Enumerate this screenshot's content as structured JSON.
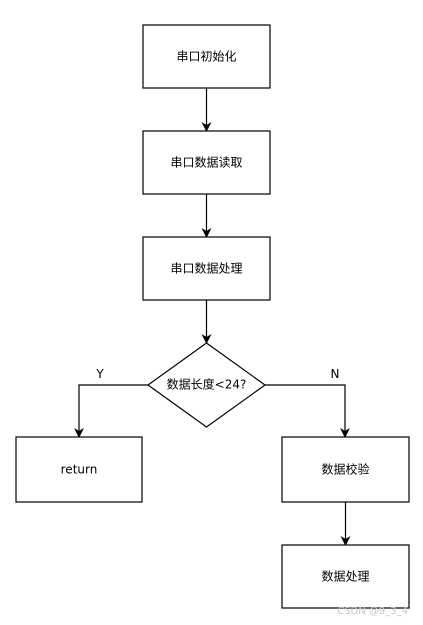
{
  "flowchart": {
    "nodes": {
      "init": "串口初始化",
      "read": "串口数据读取",
      "process": "串口数据处理",
      "decision": "数据长度<24?",
      "return": "return",
      "verify": "数据校验",
      "handle": "数据处理"
    },
    "edges": {
      "yes_label": "Y",
      "no_label": "N"
    }
  },
  "watermark": "CSDN @9_3_4",
  "colors": {
    "stroke": "#000000",
    "fill": "#ffffff",
    "watermark": "#c8c8c8"
  }
}
